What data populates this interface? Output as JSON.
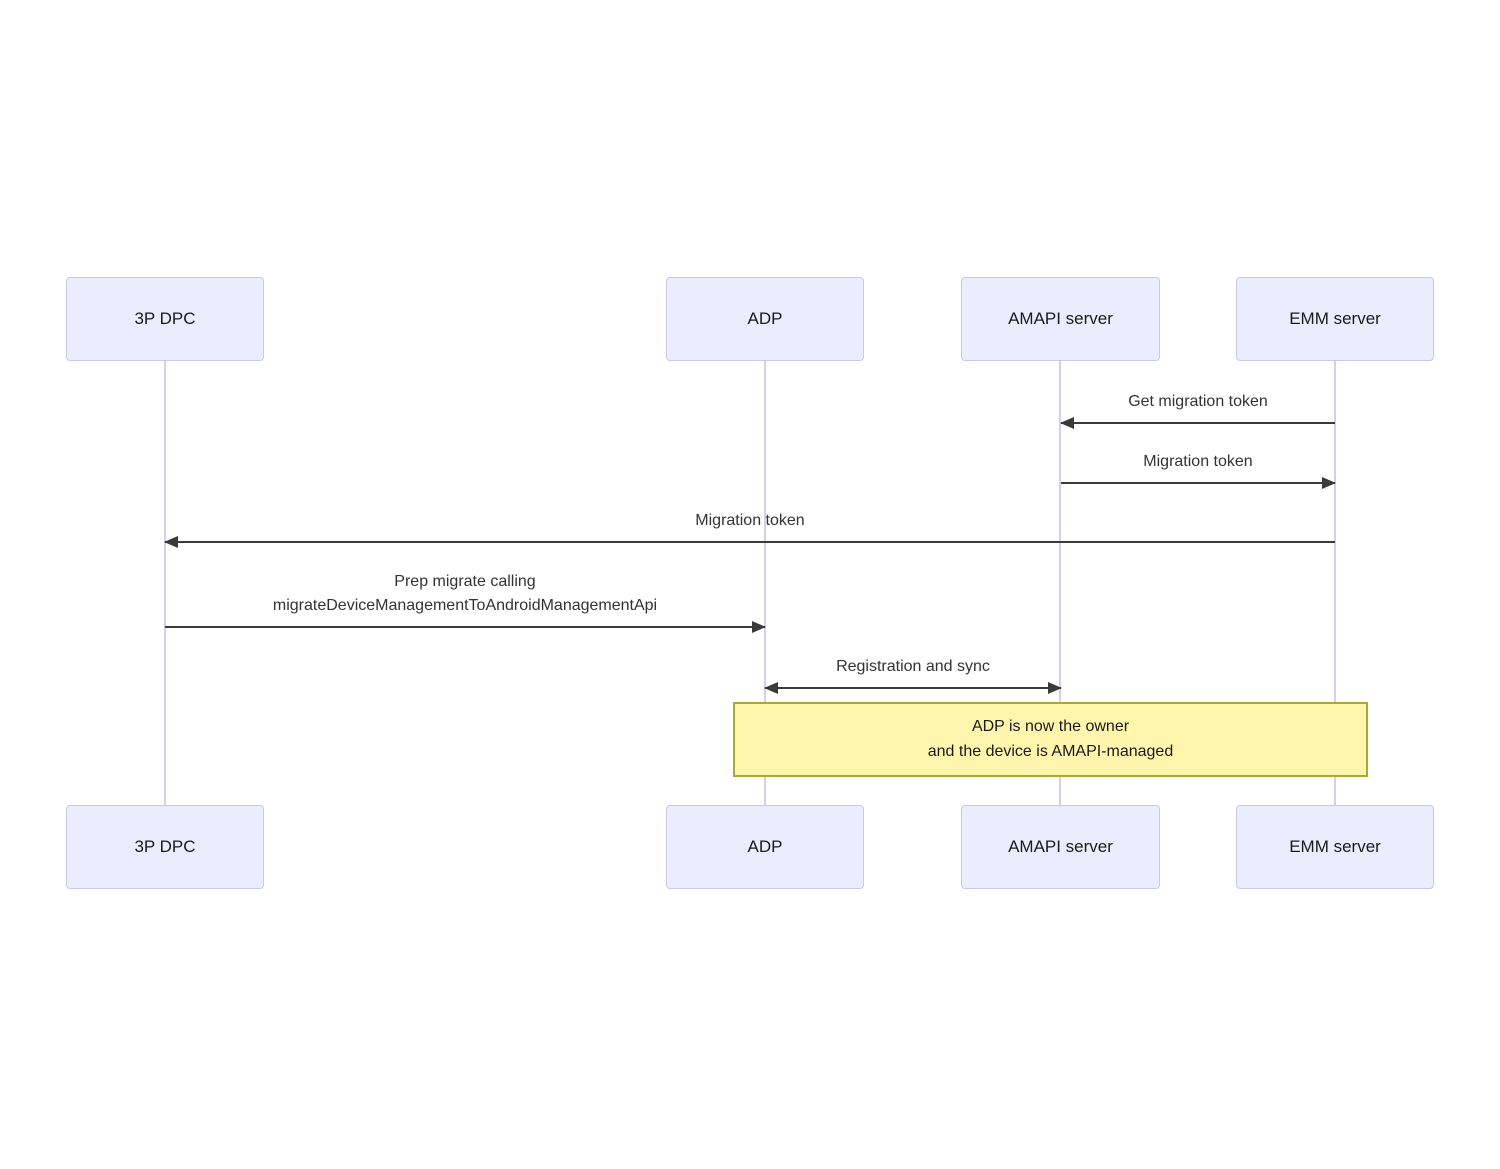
{
  "diagram_type": "sequence-diagram",
  "actors": [
    {
      "id": "3p-dpc",
      "label": "3P DPC"
    },
    {
      "id": "adp",
      "label": "ADP"
    },
    {
      "id": "amapi-server",
      "label": "AMAPI server"
    },
    {
      "id": "emm-server",
      "label": "EMM server"
    }
  ],
  "messages": [
    {
      "label": "Get migration token",
      "from": "EMM server",
      "to": "AMAPI server",
      "direction": "left"
    },
    {
      "label": "Migration token",
      "from": "AMAPI server",
      "to": "EMM server",
      "direction": "right"
    },
    {
      "label": "Migration token",
      "from": "EMM server",
      "to": "3P DPC",
      "direction": "left"
    },
    {
      "lines": [
        "Prep migrate calling",
        "migrateDeviceManagementToAndroidManagementApi"
      ],
      "from": "3P DPC",
      "to": "ADP",
      "direction": "right"
    },
    {
      "label": "Registration and sync",
      "from": "ADP",
      "to": "AMAPI server",
      "direction": "both"
    }
  ],
  "note": {
    "lines": [
      "ADP is now the owner",
      "and the device is AMAPI-managed"
    ],
    "over": [
      "ADP",
      "EMM server"
    ]
  },
  "colors": {
    "actor_fill": "#ECECFF",
    "actor_border": "#CCC6EE",
    "lifeline": "#D8CDF0",
    "arrow": "#3A3A3A",
    "message_text": "#333333",
    "note_fill": "#FFF5AD",
    "note_border": "#AAAA33",
    "note_text": "#1A1A1A",
    "background": "#FFFFFF"
  }
}
